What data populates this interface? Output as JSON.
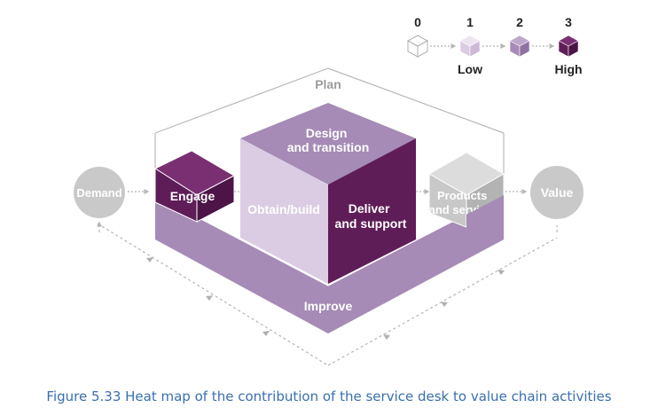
{
  "legend": {
    "levels": [
      {
        "number": "0",
        "label": "",
        "color": "#ffffff"
      },
      {
        "number": "1",
        "label": "Low",
        "color": "#dccce3"
      },
      {
        "number": "2",
        "label": "",
        "color": "#a58bb5"
      },
      {
        "number": "3",
        "label": "High",
        "color": "#5f1d58"
      }
    ]
  },
  "diagram": {
    "plan": "Plan",
    "demand": "Demand",
    "value": "Value",
    "engage": "Engage",
    "design_transition": [
      "Design",
      "and transition"
    ],
    "obtain_build": "Obtain/build",
    "deliver_support": [
      "Deliver",
      "and support"
    ],
    "products_services": [
      "Products",
      "and services"
    ],
    "improve": "Improve"
  },
  "activity_levels": {
    "plan": 0,
    "engage": 3,
    "design_and_transition": 2,
    "obtain_build": 1,
    "deliver_and_support": 3,
    "improve": 2
  },
  "colors": {
    "level_0": "#ffffff",
    "level_1": "#dccce3",
    "level_2": "#a58bb5",
    "level_3": "#5f1d58",
    "grey_block": "#c8c8c8",
    "circle": "#c9c9c9",
    "caption": "#3a6fb0"
  },
  "caption": "Figure 5.33 Heat map of the contribution of the service desk to value chain activities"
}
